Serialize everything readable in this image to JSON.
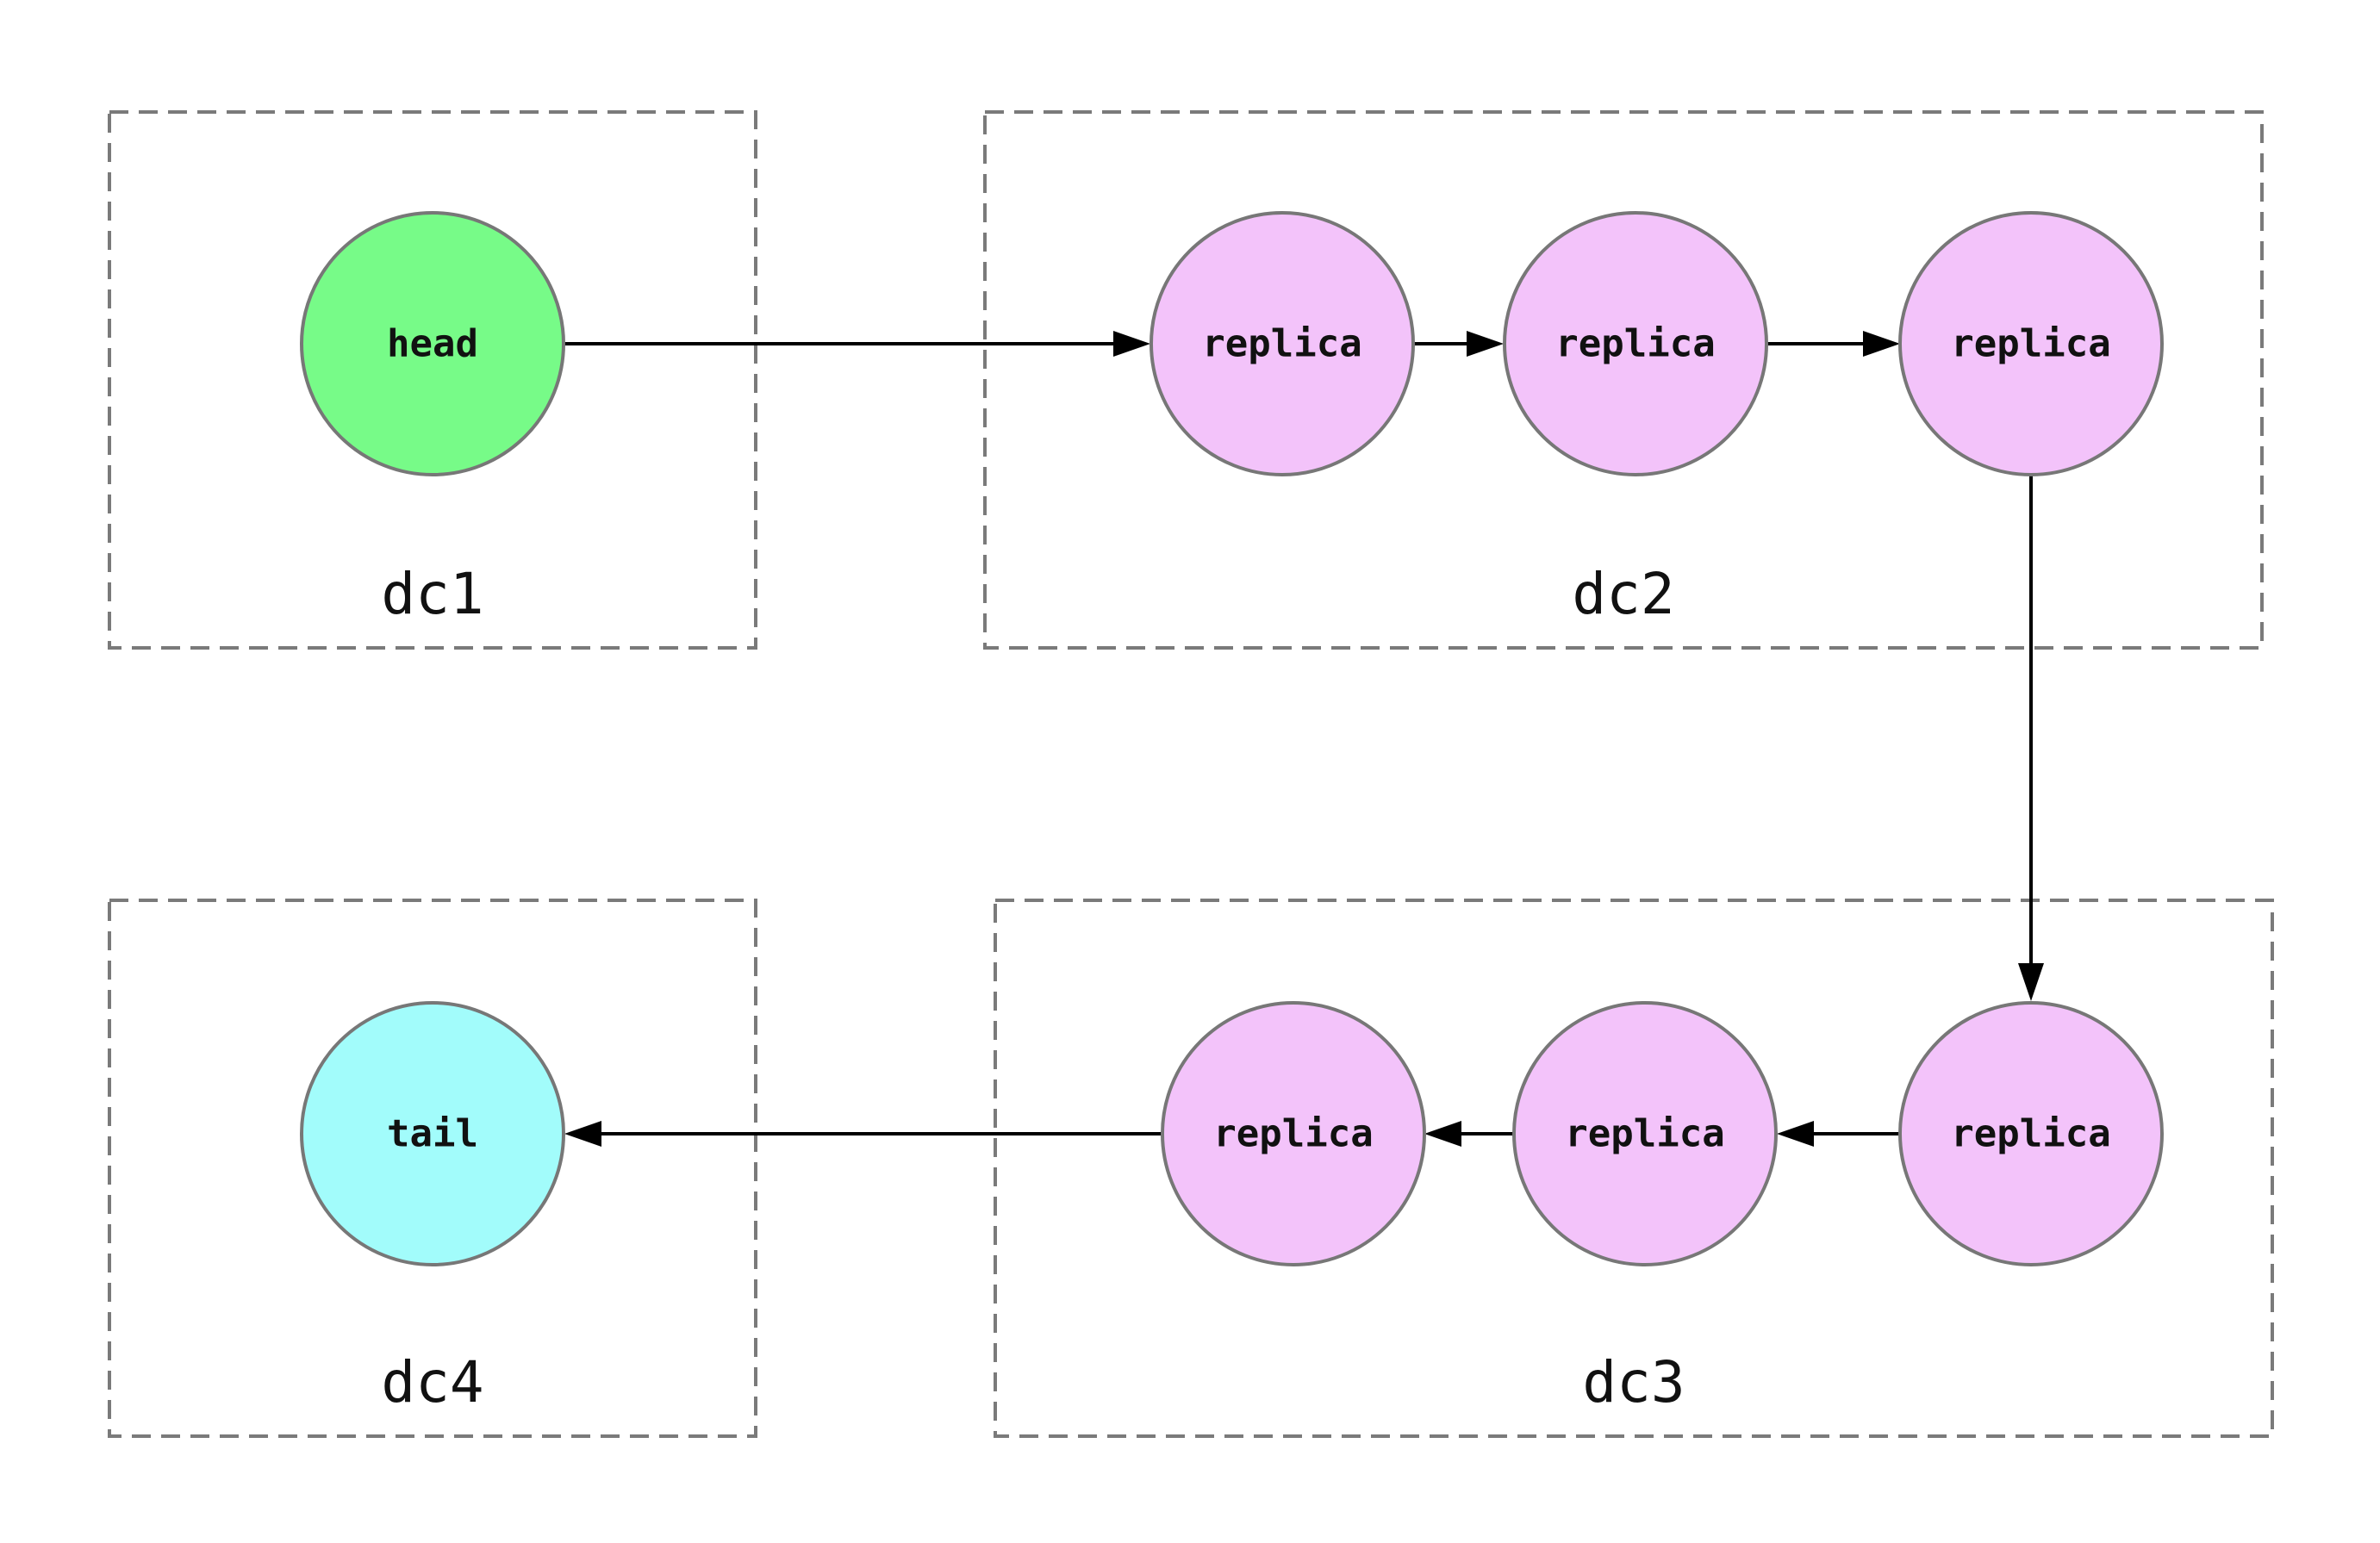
{
  "colors": {
    "head": "#77fb88",
    "replica": "#f3c3fa",
    "tail": "#a2fcfb",
    "box_stroke": "#7a7a7a",
    "node_stroke": "#777777",
    "edge": "#000000"
  },
  "datacenters": [
    {
      "id": "dc1",
      "label": "dc1"
    },
    {
      "id": "dc2",
      "label": "dc2"
    },
    {
      "id": "dc3",
      "label": "dc3"
    },
    {
      "id": "dc4",
      "label": "dc4"
    }
  ],
  "nodes": [
    {
      "id": "head",
      "label": "head",
      "role": "head",
      "dc": "dc1"
    },
    {
      "id": "dc2-r1",
      "label": "replica",
      "role": "replica",
      "dc": "dc2"
    },
    {
      "id": "dc2-r2",
      "label": "replica",
      "role": "replica",
      "dc": "dc2"
    },
    {
      "id": "dc2-r3",
      "label": "replica",
      "role": "replica",
      "dc": "dc2"
    },
    {
      "id": "dc3-r3",
      "label": "replica",
      "role": "replica",
      "dc": "dc3"
    },
    {
      "id": "dc3-r2",
      "label": "replica",
      "role": "replica",
      "dc": "dc3"
    },
    {
      "id": "dc3-r1",
      "label": "replica",
      "role": "replica",
      "dc": "dc3"
    },
    {
      "id": "tail",
      "label": "tail",
      "role": "tail",
      "dc": "dc4"
    }
  ],
  "edges": [
    {
      "from": "head",
      "to": "dc2-r1"
    },
    {
      "from": "dc2-r1",
      "to": "dc2-r2"
    },
    {
      "from": "dc2-r2",
      "to": "dc2-r3"
    },
    {
      "from": "dc2-r3",
      "to": "dc3-r3"
    },
    {
      "from": "dc3-r3",
      "to": "dc3-r2"
    },
    {
      "from": "dc3-r2",
      "to": "dc3-r1"
    },
    {
      "from": "dc3-r1",
      "to": "tail"
    }
  ]
}
